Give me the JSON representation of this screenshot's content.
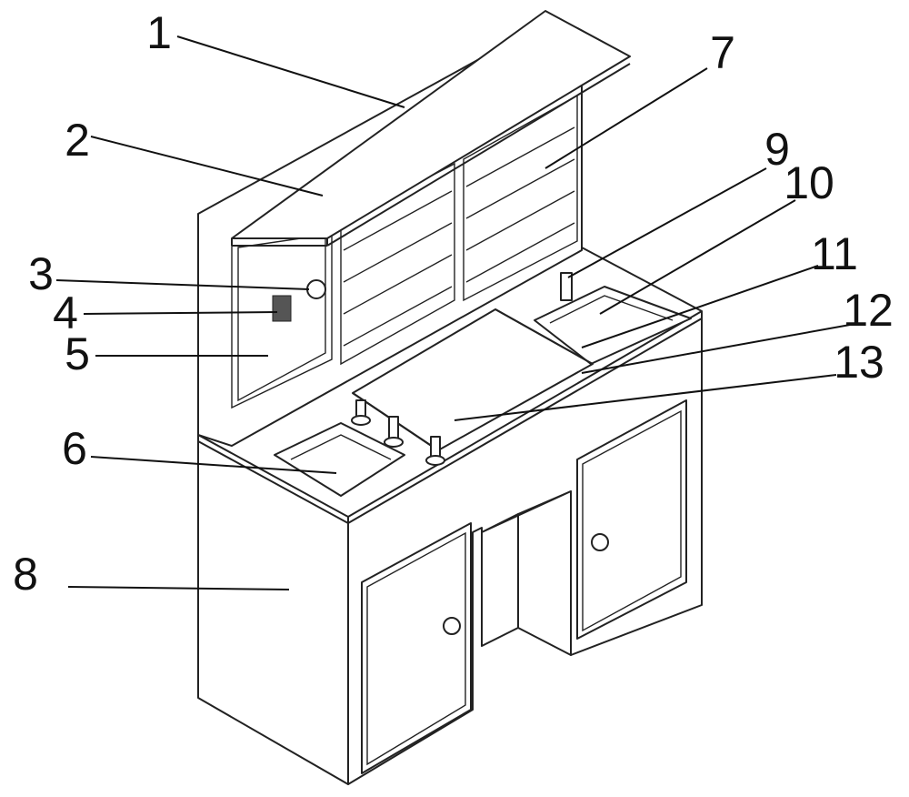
{
  "figure": {
    "labels": [
      "1",
      "2",
      "3",
      "4",
      "5",
      "6",
      "7",
      "8",
      "9",
      "10",
      "11",
      "12",
      "13"
    ]
  }
}
